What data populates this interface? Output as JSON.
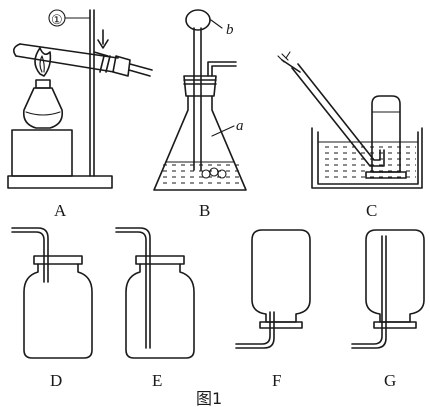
{
  "labels": {
    "A": "A",
    "B": "B",
    "C": "C",
    "D": "D",
    "E": "E",
    "F": "F",
    "G": "G"
  },
  "annotations": {
    "circle_1": "①",
    "funnel_b": "b",
    "flask_a": "a"
  },
  "caption": "图1"
}
